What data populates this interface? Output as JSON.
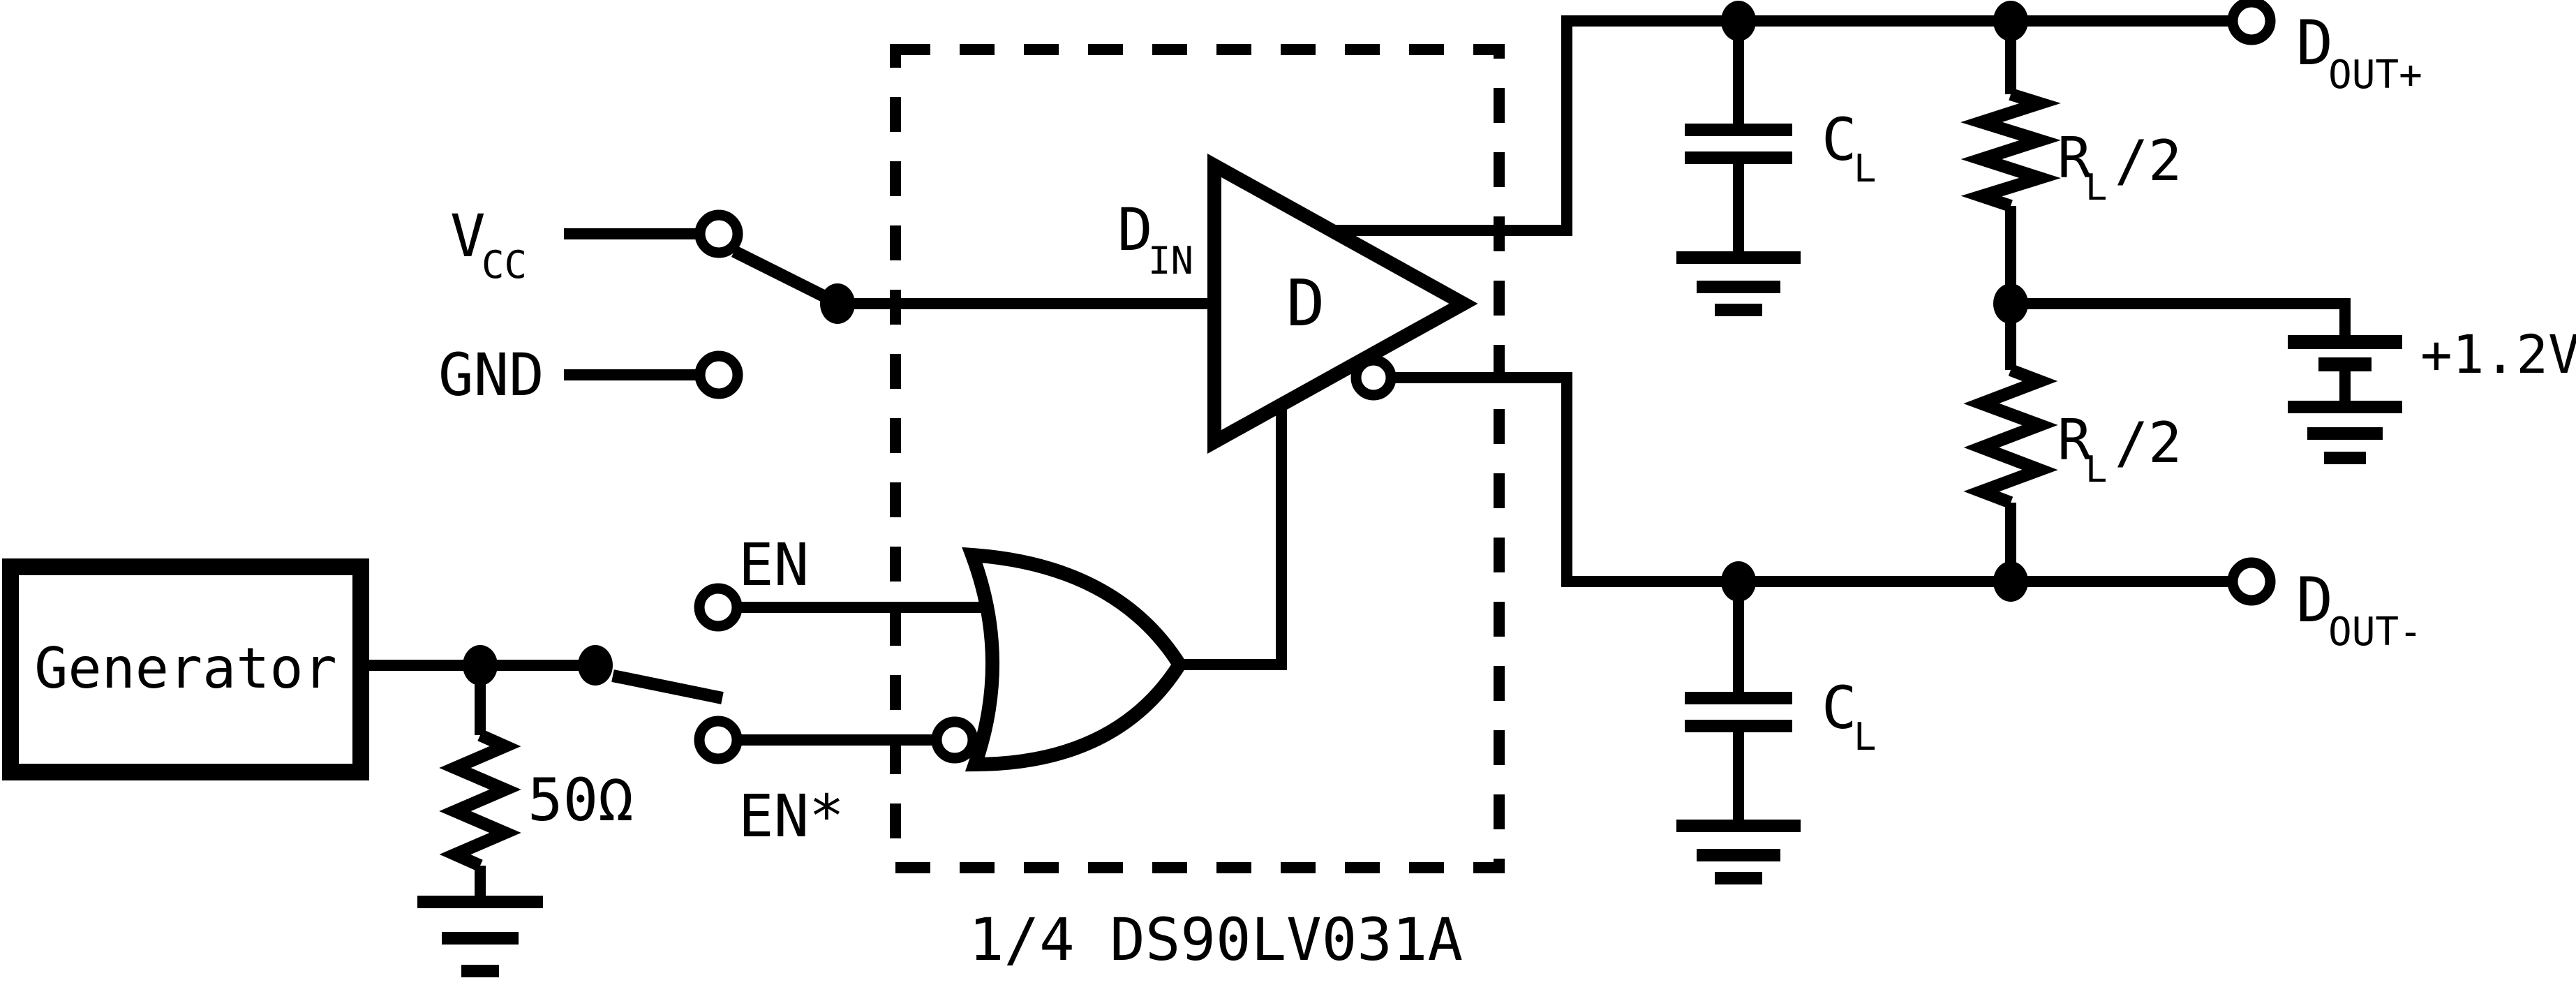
{
  "schematic": {
    "part_label": "1/4 DS90LV031A",
    "generator_label": "Generator",
    "source_resistor_label": "50Ω",
    "vcc_main": "V",
    "vcc_sub": "CC",
    "gnd_label": "GND",
    "din_main": "D",
    "din_sub": "IN",
    "driver_label": "D",
    "en_label": "EN",
    "en_star_label": "EN*",
    "cap_main": "C",
    "cap_sub": "L",
    "res_main": "R",
    "res_sub": "L",
    "res_div": "/2",
    "bias_label": "+1.2V",
    "dout_plus_main": "D",
    "dout_plus_sub": "OUT+",
    "dout_minus_main": "D",
    "dout_minus_sub": "OUT-",
    "colors": {
      "ink": "#000000",
      "paper": "#ffffff"
    }
  }
}
